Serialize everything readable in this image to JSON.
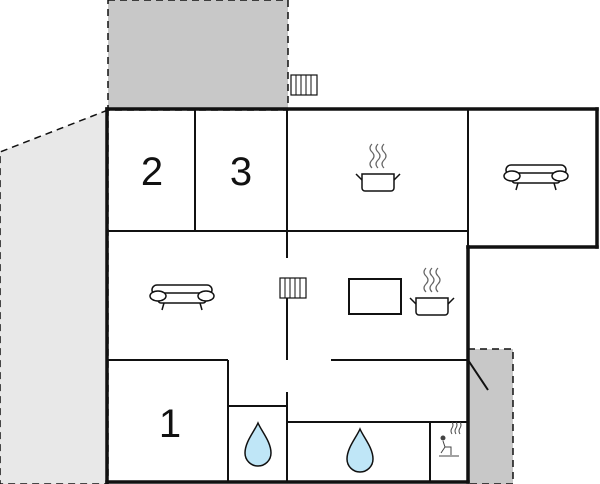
{
  "floorplan": {
    "room_labels": {
      "room_1": "1",
      "room_2": "2",
      "room_3": "3"
    },
    "icons": {
      "kitchen_top": "cooking-pot-icon",
      "kitchen_middle": "cooking-pot-icon",
      "sofa_top_right": "sofa-icon",
      "sofa_living": "sofa-icon",
      "radiator_outside": "radiator-icon",
      "radiator_inside": "radiator-icon",
      "tv": "tv-icon",
      "bathroom_small": "water-drop-icon",
      "bathroom_large": "water-drop-icon",
      "sauna": "sauna-icon"
    },
    "colors": {
      "wall": "#111111",
      "terrace_dark": "#c8c8c8",
      "terrace_light": "#e8e8e8",
      "water_drop": "#bfe6f7"
    }
  }
}
